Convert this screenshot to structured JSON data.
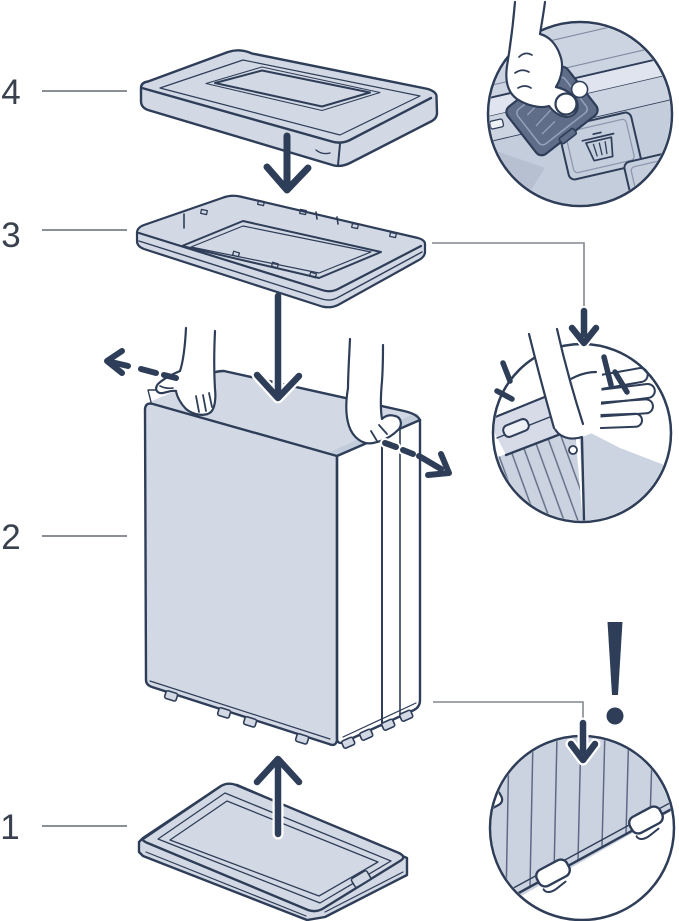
{
  "steps": [
    {
      "label": "4",
      "part": "lid-with-window"
    },
    {
      "label": "3",
      "part": "top-frame-rim"
    },
    {
      "label": "2",
      "part": "folding-box-body"
    },
    {
      "label": "1",
      "part": "base-tray"
    }
  ],
  "warning": {
    "symbol": "!"
  },
  "icons": {
    "part4": "lid-with-window-icon",
    "part3": "top-frame-icon",
    "part2": "folding-box-body-icon",
    "part1": "base-tray-icon",
    "assembly_arrow": "down-arrow-icon",
    "lift_arrow": "up-arrow-icon",
    "expand_arrow": "dashed-outward-arrow-icon",
    "callout_top": "hand-inserting-label-plate-icon",
    "callout_top_symbol": "trash-icon",
    "callout_middle": "hand-press-click-icon",
    "callout_bottom": "bottom-clips-detail-icon",
    "warning": "exclamation-icon"
  },
  "colors": {
    "outline": "#2e3d58",
    "fill_light": "#d3d9e4",
    "fill_mid": "#c3ccdb",
    "plate_dark": "#5f6d89",
    "leader_line": "#8a8f96",
    "label_text": "#39414f",
    "background": "#ffffff"
  }
}
